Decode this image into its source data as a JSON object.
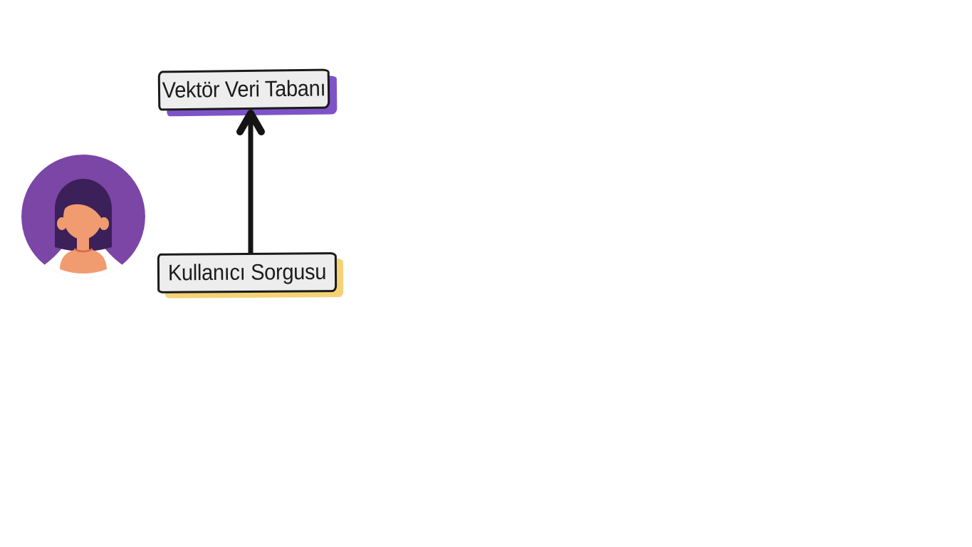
{
  "page": {
    "background": "#ffffff"
  },
  "colors": {
    "node_fill": "#ededee",
    "node_border": "#1a1a1a",
    "shadow_purple": "#7d53c8",
    "shadow_yellow": "#f4d377",
    "arrow": "#141414",
    "text": "#1c1c1c",
    "avatar_circle": "#7b46a6",
    "avatar_hair": "#3c2059",
    "avatar_skin": "#f09b70",
    "avatar_neckline": "#d4694e"
  },
  "diagram": {
    "type": "flow",
    "nodes": [
      {
        "id": "vector-database",
        "label": "Vektör Veri Tabanı",
        "shadow": "purple"
      },
      {
        "id": "user-query",
        "label": "Kullanıcı Sorgusu",
        "shadow": "yellow"
      }
    ],
    "edges": [
      {
        "from": "user-query",
        "to": "vector-database",
        "direction": "up",
        "style": "solid-arrow",
        "color": "#141414"
      }
    ],
    "avatar": {
      "id": "user",
      "type": "woman-flat-illustration"
    }
  }
}
